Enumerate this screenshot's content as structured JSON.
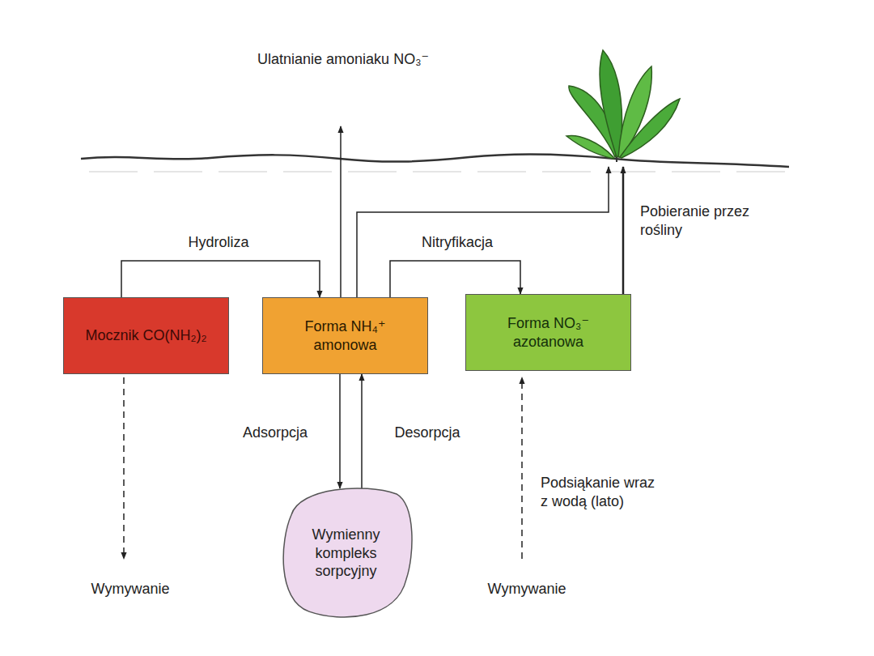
{
  "diagram": {
    "nodes": [
      {
        "text": [
          "Mocznik CO(NH₂)₂"
        ]
      },
      {
        "text": [
          "Forma NH₄⁺ amonowa"
        ]
      },
      {
        "text": [
          "Forma NO₃⁻ azotanowa"
        ]
      },
      {
        "text": [
          "Wymienny kompleks sorpcyjny"
        ]
      }
    ],
    "edges": [
      {
        "from": 0,
        "to": 1,
        "arrow": "to",
        "label": "Hydroliza"
      },
      {
        "from": 1,
        "to": 2,
        "arrow": "to",
        "label": "Nitryfikacja"
      },
      {
        "from": 1,
        "to": 3,
        "arrow": "to",
        "label": "Adsorpcja"
      },
      {
        "from": 3,
        "to": 1,
        "arrow": "to",
        "label": "Desorpcja"
      }
    ],
    "labels": [
      "Ulatnianie amoniaku NO₃⁻",
      "Pobieranie przez rośliny",
      "Podsiąkanie wraz z wodą (lato)",
      "Wymywanie",
      "Wymywanie"
    ]
  }
}
